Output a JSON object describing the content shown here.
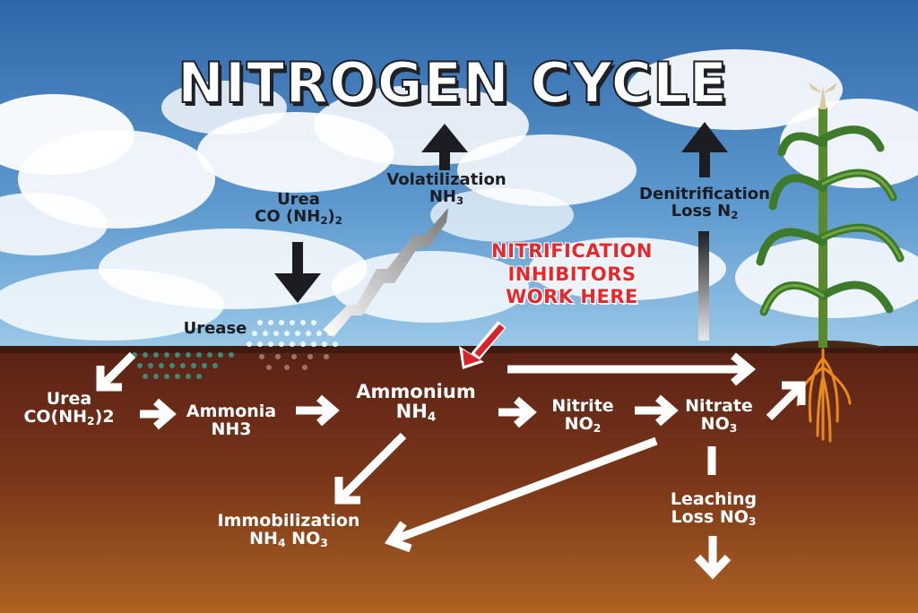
{
  "title": "NITROGEN CYCLE",
  "callout": {
    "line1": "NITRIFICATION",
    "line2": "INHIBITORS",
    "line3": "WORK HERE"
  },
  "sky": {
    "urea_input": {
      "name": "Urea",
      "formula_pre": "CO (NH",
      "formula_sub": "2",
      "formula_post": ")",
      "formula_tail": "2"
    },
    "volatilization": {
      "name": "Volatilization",
      "formula": "NH",
      "formula_sub": "3"
    },
    "denitrification": {
      "name": "Denitrification",
      "formula": "Loss N",
      "formula_sub": "2"
    },
    "urease": "Urease"
  },
  "soil": {
    "urea": {
      "name": "Urea",
      "formula_pre": "CO(NH",
      "formula_sub": "2",
      "formula_post": ")2"
    },
    "ammonia": {
      "name": "Ammonia",
      "formula": "NH3"
    },
    "ammonium": {
      "name": "Ammonium",
      "formula": "NH",
      "formula_sub": "4"
    },
    "nitrite": {
      "name": "Nitrite",
      "formula": "NO",
      "formula_sub": "2"
    },
    "nitrate": {
      "name": "Nitrate",
      "formula": "NO",
      "formula_sub": "3"
    },
    "immobilization": {
      "name": "Immobilization",
      "formula_a": "NH",
      "formula_a_sub": "4",
      "formula_b": " NO",
      "formula_b_sub": "3"
    },
    "leaching": {
      "name": "Leaching",
      "formula": "Loss NO",
      "formula_sub": "3"
    }
  },
  "colors": {
    "sky_top": "#3a72b0",
    "sky_bottom": "#8fc0e4",
    "soil_top": "#5e2417",
    "soil_bottom": "#a85a22",
    "callout_red": "#e8262b",
    "arrow_dark": "#1b1d22",
    "arrow_white": "#ffffff",
    "urease_dots": "#3c8a78"
  }
}
